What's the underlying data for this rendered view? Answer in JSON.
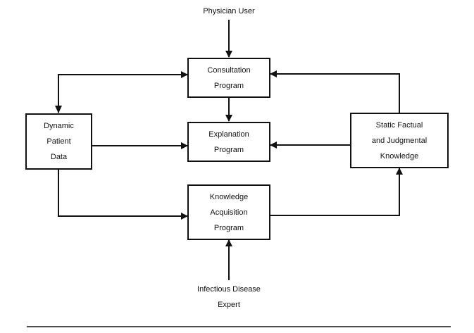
{
  "diagram": {
    "actors": {
      "top": "Physician User",
      "bottom": [
        "Infectious Disease",
        "Expert"
      ]
    },
    "nodes": {
      "consultation": [
        "Consultation",
        "Program"
      ],
      "explanation": [
        "Explanation",
        "Program"
      ],
      "acquisition": [
        "Knowledge",
        "Acquisition",
        "Program"
      ],
      "patient_data": [
        "Dynamic",
        "Patient",
        "Data"
      ],
      "knowledge": [
        "Static Factual",
        "and Judgmental",
        "Knowledge"
      ]
    },
    "edges": [
      {
        "from": "Physician User",
        "to": "Consultation Program"
      },
      {
        "from": "Consultation Program",
        "to": "Dynamic Patient Data",
        "bidirectional": true
      },
      {
        "from": "Static Factual and Judgmental Knowledge",
        "to": "Consultation Program"
      },
      {
        "from": "Consultation Program",
        "to": "Explanation Program"
      },
      {
        "from": "Dynamic Patient Data",
        "to": "Explanation Program"
      },
      {
        "from": "Static Factual and Judgmental Knowledge",
        "to": "Explanation Program"
      },
      {
        "from": "Dynamic Patient Data",
        "to": "Knowledge Acquisition Program"
      },
      {
        "from": "Knowledge Acquisition Program",
        "to": "Static Factual and Judgmental Knowledge"
      },
      {
        "from": "Infectious Disease Expert",
        "to": "Knowledge Acquisition Program"
      }
    ]
  }
}
